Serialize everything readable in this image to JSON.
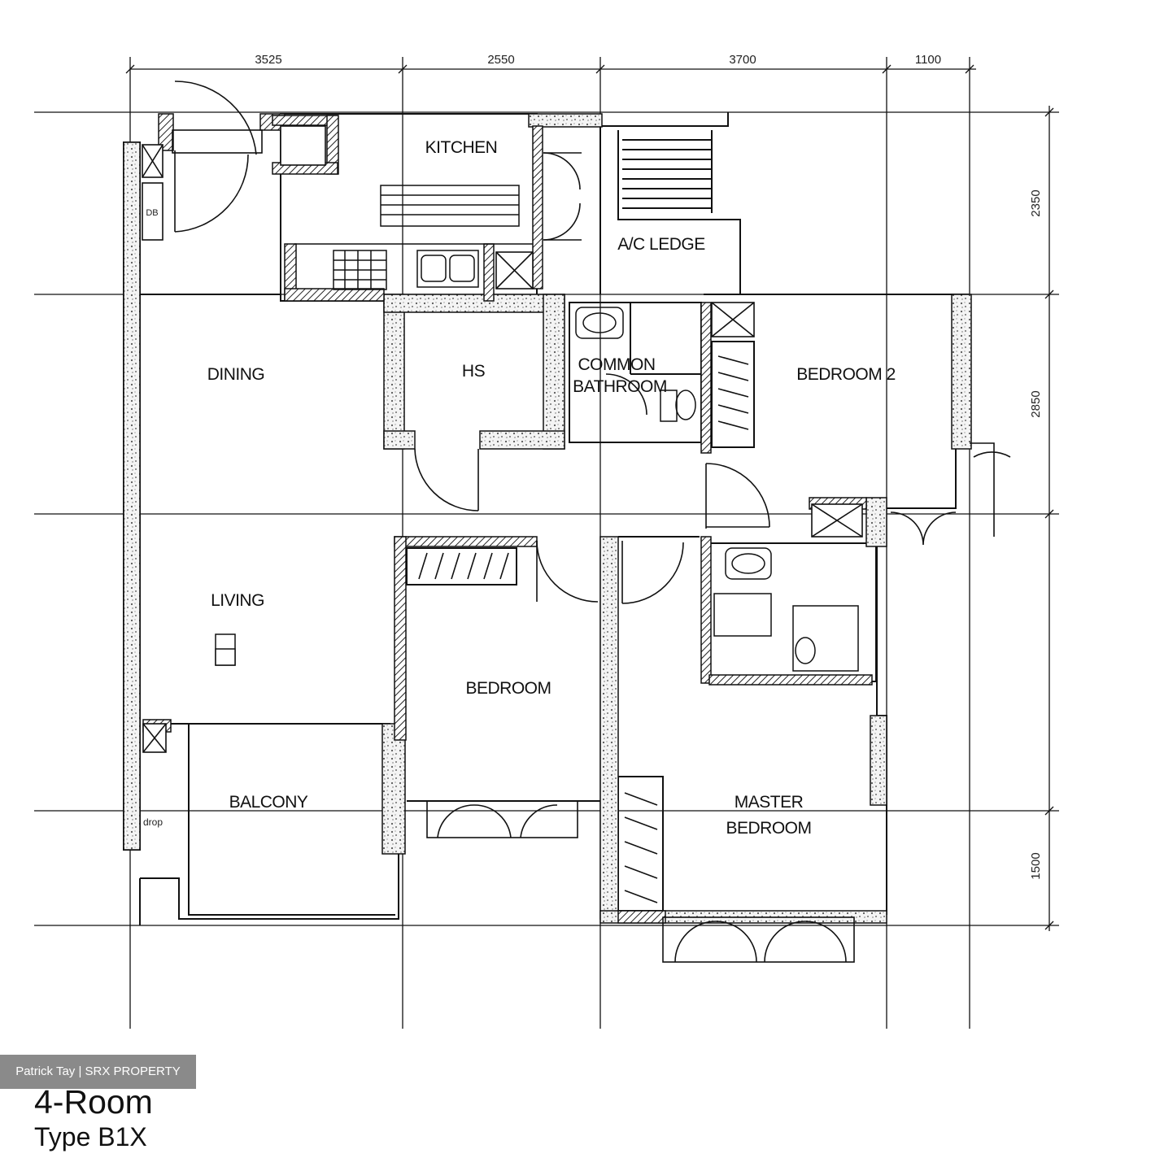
{
  "dimensions": {
    "top": [
      "3525",
      "2550",
      "3700",
      "1100"
    ],
    "right": [
      "2350",
      "2850",
      "1500"
    ]
  },
  "rooms": {
    "kitchen": "KITCHEN",
    "ac_ledge": "A/C LEDGE",
    "db": "DB",
    "dining": "DINING",
    "hs": "HS",
    "common_bathroom_1": "COMMON",
    "common_bathroom_2": "BATHROOM",
    "bedroom_2": "BEDROOM 2",
    "living": "LIVING",
    "bedroom_3": "BEDROOM",
    "balcony": "BALCONY",
    "drop": "drop",
    "master_bedroom_1": "MASTER",
    "master_bedroom_2": "BEDROOM"
  },
  "watermark": "Patrick Tay | SRX PROPERTY",
  "title": {
    "line1": "4-Room",
    "line2": "Type B1X"
  }
}
